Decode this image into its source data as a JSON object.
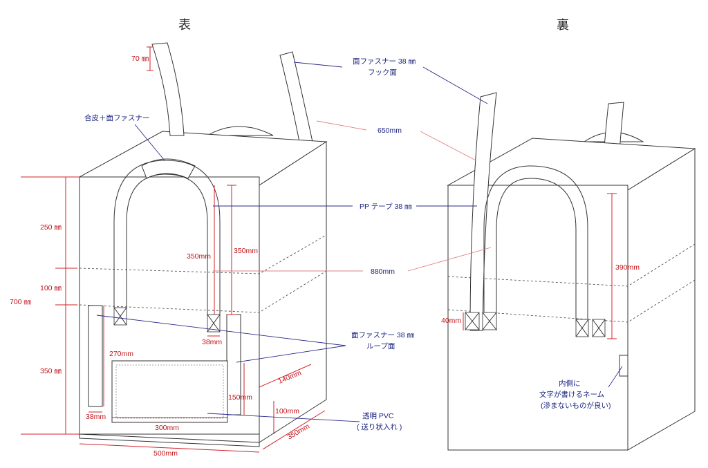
{
  "titles": {
    "front": "表",
    "back": "裏"
  },
  "labels": {
    "hook": "面ファスナー 38 ㎜",
    "hook_sub": "フック面",
    "leather": "合皮＋面ファスナー",
    "handle_len": "650mm",
    "pp_tape": "PP テープ 38 ㎜",
    "strap_len": "880mm",
    "loop": "面ファスナー 38 ㎜",
    "loop_sub": "ループ面",
    "pvc": "透明 PVC",
    "pvc_sub": "( 送り状入れ )",
    "name1": "内側に",
    "name2": "文字が書けるネーム",
    "name3": "(滲まないものが良い)"
  },
  "dims": {
    "d70": "70 ㎜",
    "d250": "250 ㎜",
    "d100": "100 ㎜",
    "d700": "700 ㎜",
    "d350": "350 ㎜",
    "d350a": "350mm",
    "d350b": "350mm",
    "d38a": "38mm",
    "d270": "270mm",
    "d38b": "38mm",
    "d300": "300mm",
    "d150": "150mm",
    "d140": "140mm",
    "d100b": "100mm",
    "d350c": "350mm",
    "d500": "500mm",
    "d390": "390mm",
    "d40": "40mm"
  }
}
